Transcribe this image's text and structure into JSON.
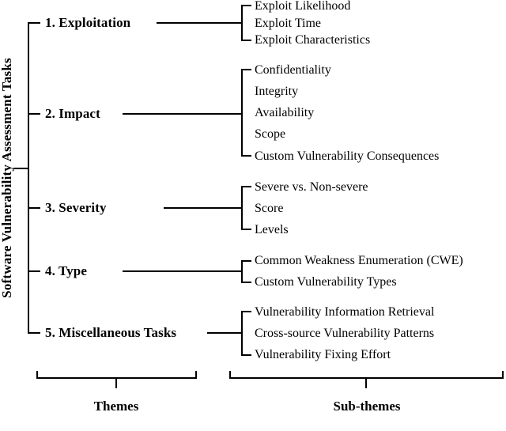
{
  "title": "Software Vulnerability Assessment Tasks",
  "themes": [
    {
      "label": "1. Exploitation",
      "subthemes": [
        "Exploit Likelihood",
        "Exploit Time",
        "Exploit Characteristics"
      ]
    },
    {
      "label": "2. Impact",
      "subthemes": [
        "Confidentiality",
        "Integrity",
        "Availability",
        "Scope",
        "Custom Vulnerability Consequences"
      ]
    },
    {
      "label": "3. Severity",
      "subthemes": [
        "Severe vs. Non-severe",
        "Score",
        "Levels"
      ]
    },
    {
      "label": "4. Type",
      "subthemes": [
        "Common Weakness Enumeration (CWE)",
        "Custom Vulnerability Types"
      ]
    },
    {
      "label": "5. Miscellaneous Tasks",
      "subthemes": [
        "Vulnerability Information Retrieval",
        "Cross-source Vulnerability Patterns",
        "Vulnerability Fixing Effort"
      ]
    }
  ],
  "footer": {
    "themes_label": "Themes",
    "subthemes_label": "Sub-themes"
  },
  "colors": {
    "line": "#000000",
    "text": "#000000",
    "background": "#ffffff"
  }
}
